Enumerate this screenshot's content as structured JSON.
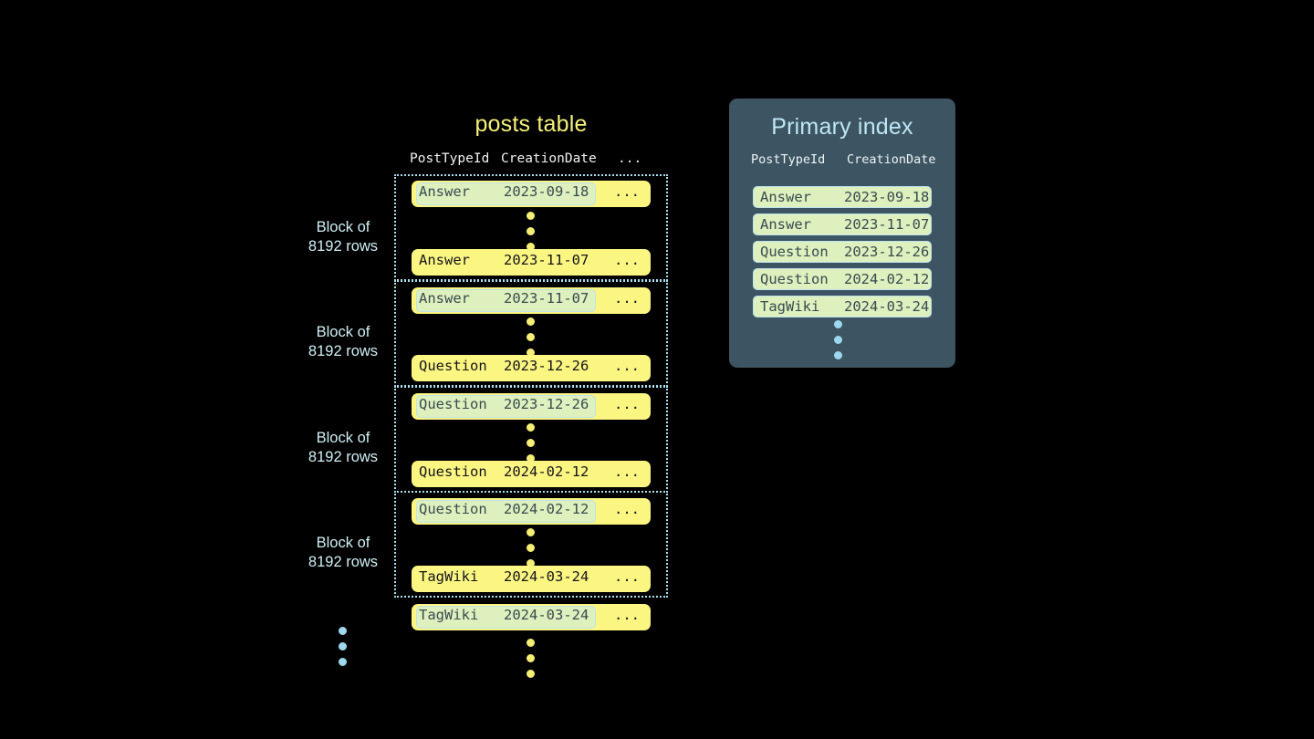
{
  "posts_table": {
    "title": "posts table",
    "columns": [
      "PostTypeId",
      "CreationDate",
      "..."
    ],
    "blocks": [
      {
        "label_line1": "Block of",
        "label_line2": "8192 rows",
        "first_row": {
          "type": "Answer",
          "date": "2023-09-18",
          "more": "...",
          "keyed": true
        },
        "last_row": {
          "type": "Answer",
          "date": "2023-11-07",
          "more": "...",
          "keyed": false
        }
      },
      {
        "label_line1": "Block of",
        "label_line2": "8192 rows",
        "first_row": {
          "type": "Answer",
          "date": "2023-11-07",
          "more": "...",
          "keyed": true
        },
        "last_row": {
          "type": "Question",
          "date": "2023-12-26",
          "more": "...",
          "keyed": false
        }
      },
      {
        "label_line1": "Block of",
        "label_line2": "8192 rows",
        "first_row": {
          "type": "Question",
          "date": "2023-12-26",
          "more": "...",
          "keyed": true
        },
        "last_row": {
          "type": "Question",
          "date": "2024-02-12",
          "more": "...",
          "keyed": false
        }
      },
      {
        "label_line1": "Block of",
        "label_line2": "8192 rows",
        "first_row": {
          "type": "Question",
          "date": "2024-02-12",
          "more": "...",
          "keyed": true
        },
        "last_row": {
          "type": "TagWiki",
          "date": "2024-03-24",
          "more": "...",
          "keyed": false
        }
      }
    ],
    "trailing_row": {
      "type": "TagWiki",
      "date": "2024-03-24",
      "more": "...",
      "keyed": true
    }
  },
  "primary_index": {
    "title": "Primary index",
    "columns": [
      "PostTypeId",
      "CreationDate"
    ],
    "rows": [
      {
        "type": "Answer",
        "date": "2023-09-18"
      },
      {
        "type": "Answer",
        "date": "2023-11-07"
      },
      {
        "type": "Question",
        "date": "2023-12-26"
      },
      {
        "type": "Question",
        "date": "2024-02-12"
      },
      {
        "type": "TagWiki",
        "date": "2024-03-24"
      }
    ]
  },
  "colors": {
    "background": "#000000",
    "row_yellow": "#fbf682",
    "key_green": "#ddf0bd",
    "key_border": "#bfe2ee",
    "panel_slate": "#3d5562",
    "accent_blue": "#bfe6f5",
    "title_yellow": "#f5f07a",
    "dot_yellow": "#f4ee74",
    "dot_blue": "#9ed8ee"
  }
}
